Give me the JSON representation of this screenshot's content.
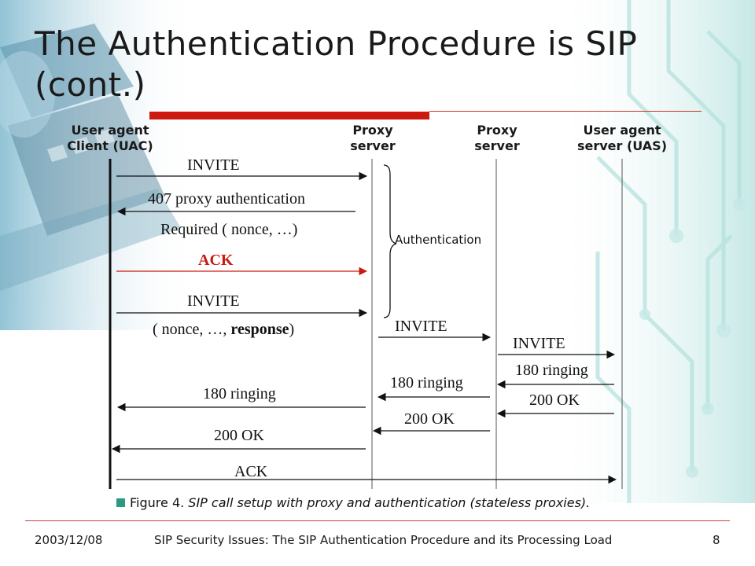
{
  "slide": {
    "title": "The Authentication Procedure is SIP (cont.)",
    "colors": {
      "accent": "#cc1a10",
      "caption_square": "#2a9a84"
    }
  },
  "diagram": {
    "participants": [
      {
        "line1": "User agent",
        "line2": "Client (UAC)"
      },
      {
        "line1": "Proxy",
        "line2": "server"
      },
      {
        "line1": "Proxy",
        "line2": "server"
      },
      {
        "line1": "User agent",
        "line2": "server (UAS)"
      }
    ],
    "messages": {
      "invite_1": "INVITE",
      "proxy_auth_1": "407 proxy authentication",
      "proxy_auth_2": "Required ( nonce, …)",
      "ack_1": "ACK",
      "invite_2": "INVITE",
      "invite_2_params_pre": "( nonce, …, ",
      "invite_2_params_bold": "response",
      "invite_2_params_post": ")",
      "invite_3": "INVITE",
      "invite_4": "INVITE",
      "ringing_uas": "180 ringing",
      "ok_uas": "200 OK",
      "ringing_proxy": "180 ringing",
      "ok_proxy": "200 OK",
      "ringing_uac": "180 ringing",
      "ok_uac": "200 OK",
      "ack_2": "ACK"
    },
    "authentication_label": "Authentication",
    "caption_figure": "Figure 4.",
    "caption_text": "SIP call setup with proxy and authentication (stateless proxies)."
  },
  "footer": {
    "date": "2003/12/08",
    "subject": "SIP Security Issues: The SIP Authentication Procedure and its Processing Load",
    "page": "8"
  }
}
